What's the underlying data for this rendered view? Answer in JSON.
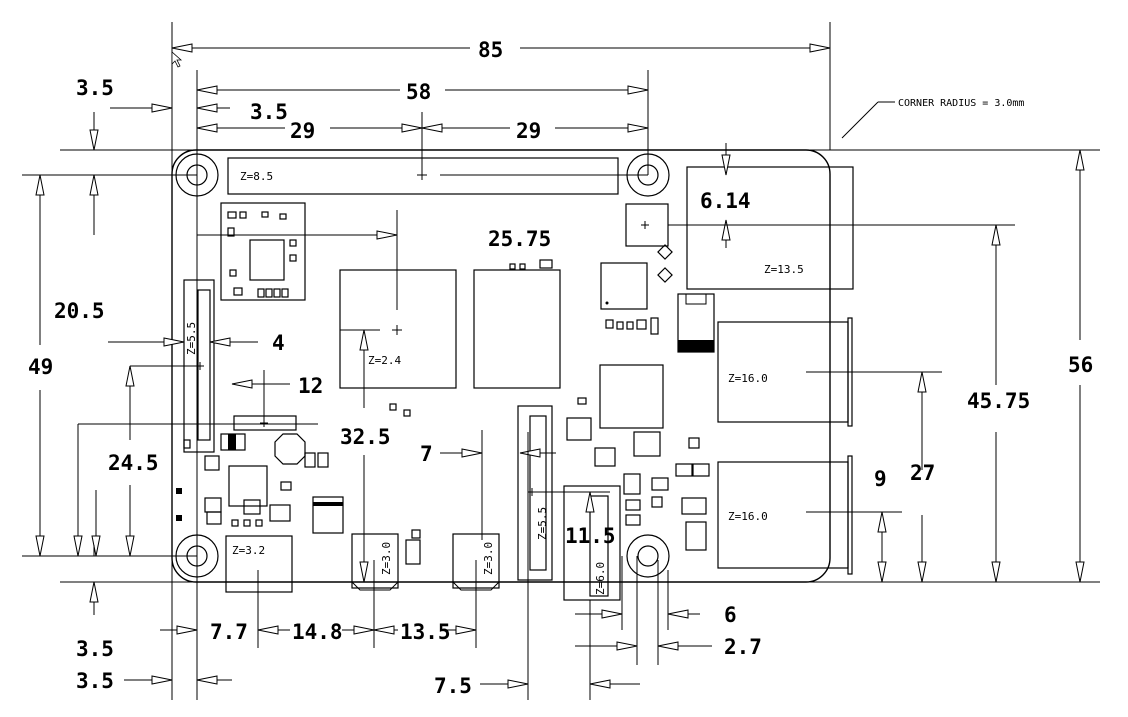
{
  "dimensions": {
    "overall_width": "85",
    "hole_spacing_x": "58",
    "half_left": "29",
    "half_right": "29",
    "left_edge_top": "3.5",
    "hole_offset_top": "3.5",
    "corner_radius_note": "CORNER RADIUS = 3.0mm",
    "overall_height": "56",
    "hole_spacing_y": "49",
    "v_20_5": "20.5",
    "v_24_5": "24.5",
    "h_4": "4",
    "h_12": "12",
    "v_32_5": "32.5",
    "h_25_75": "25.75",
    "v_6_14": "6.14",
    "v_45_75": "45.75",
    "v_27": "27",
    "v_9": "9",
    "h_7": "7",
    "v_11_5": "11.5",
    "h_6": "6",
    "h_2_7": "2.7",
    "bottom_3_5": "3.5",
    "bottom_left_3_5": "3.5",
    "h_7_7": "7.7",
    "h_14_8": "14.8",
    "h_13_5": "13.5",
    "h_7_5": "7.5"
  },
  "heights": {
    "gpio": "Z=8.5",
    "usb2": "Z=13.5",
    "soc": "Z=2.4",
    "dsi": "Z=5.5",
    "usb3a": "Z=16.0",
    "usb3b": "Z=16.0",
    "power": "Z=3.2",
    "hdmi0": "Z=3.0",
    "hdmi1": "Z=3.0",
    "csi": "Z=5.5",
    "audio": "Z=6.0"
  }
}
